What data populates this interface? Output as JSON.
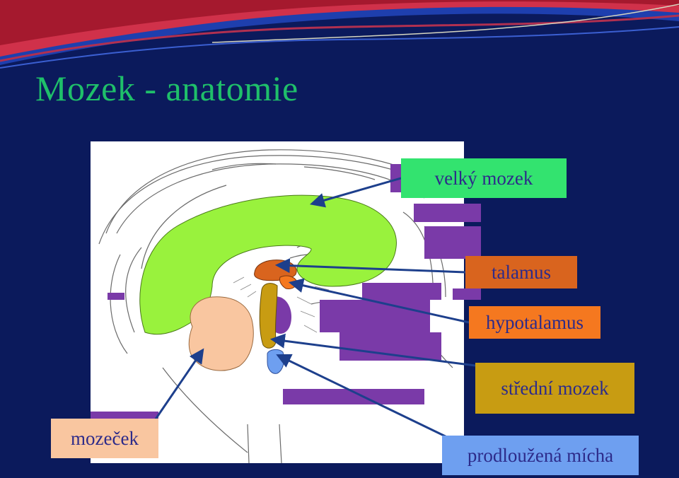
{
  "slide": {
    "title": "Mozek - anatomie"
  },
  "labels": {
    "cerebrum": "velký mozek",
    "thalamus": "talamus",
    "hypothalamus": "hypotalamus",
    "midbrain": "střední mozek",
    "cerebellum": "mozeček",
    "medulla": "prodloužená mícha"
  },
  "colors": {
    "background": "#0b1a5c",
    "title": "#1fbf6a",
    "cerebrum": "#99f23d",
    "thalamus": "#d9641e",
    "hypothalamus": "#f5781f",
    "midbrain": "#c89c12",
    "cerebellum": "#f9c6a0",
    "medulla": "#6e9ff0",
    "label_cover": "#7a3aa8",
    "arrow": "#1d3f8c"
  }
}
